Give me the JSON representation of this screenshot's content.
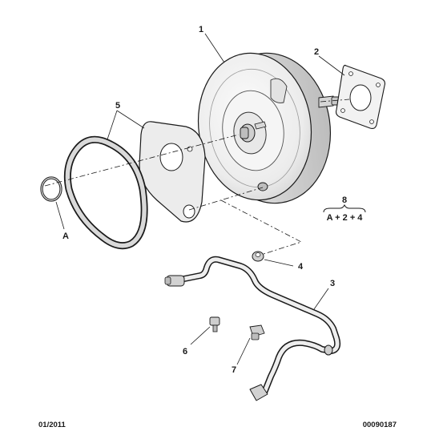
{
  "callouts": {
    "c1": "1",
    "c2": "2",
    "c3": "3",
    "c4": "4",
    "c5": "5",
    "c6": "6",
    "c7": "7",
    "c8": "8",
    "cA": "A",
    "kit": "A + 2 + 4"
  },
  "footer": {
    "date": "01/2011",
    "ref": "00090187"
  },
  "colors": {
    "part_fill": "#f2f2f2",
    "part_shade": "#d4d4d4",
    "outline": "#1a1a1a"
  }
}
